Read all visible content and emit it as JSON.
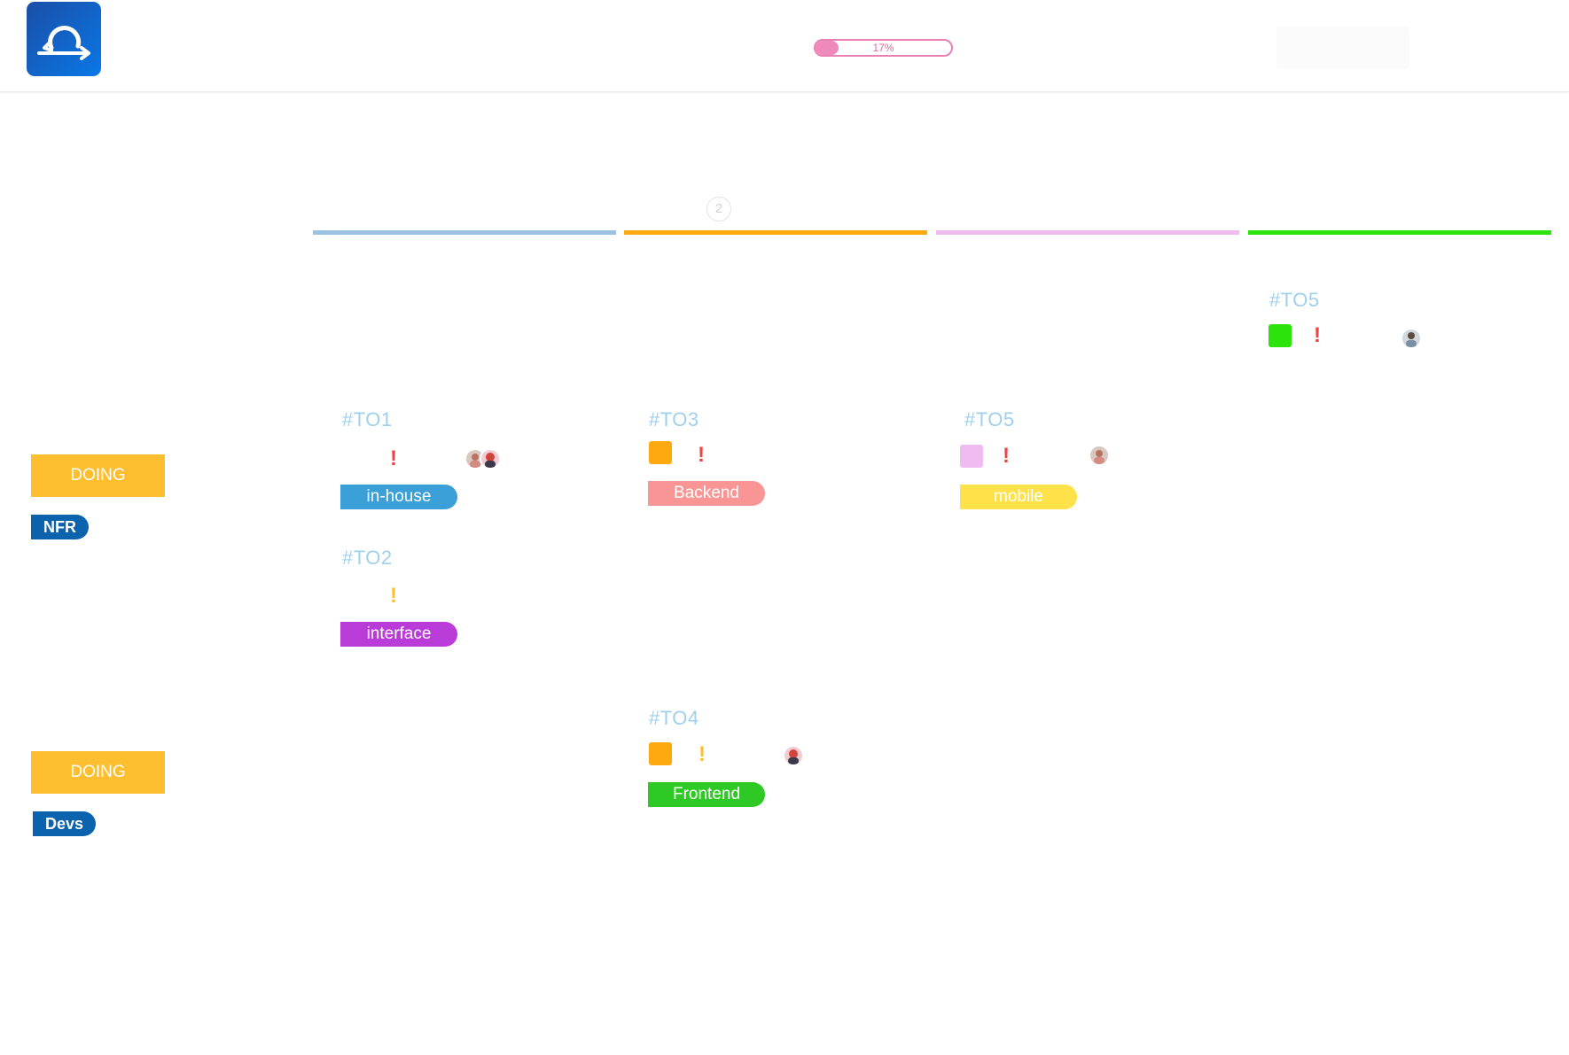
{
  "header": {
    "progress_text": "17%",
    "progress_value": 0.17,
    "logo_icon": "refresh-arrow-icon"
  },
  "board": {
    "column_count_badge": "2",
    "columns": [
      {
        "color": "#9bc3e1"
      },
      {
        "color": "#fda90f"
      },
      {
        "color": "#efbbf1"
      },
      {
        "color": "#2ce30b"
      }
    ]
  },
  "lanes": [
    {
      "status": "DOING",
      "badge": "NFR"
    },
    {
      "status": "DOING",
      "badge": "Devs"
    }
  ],
  "tasks": {
    "top_t05": {
      "id": "#TO5",
      "square_color": "#2ce30b",
      "priority": "!",
      "priority_color": "#ef4343"
    },
    "t01": {
      "id": "#TO1",
      "priority": "!",
      "priority_color": "#ef4343",
      "tag": "in-house",
      "tag_color": "#3ba0d8"
    },
    "t02": {
      "id": "#TO2",
      "priority": "!",
      "priority_color": "#fdbe2f",
      "tag": "interface",
      "tag_color": "#b93bd8"
    },
    "t03": {
      "id": "#TO3",
      "square_color": "#fda90f",
      "priority": "!",
      "priority_color": "#ef4343",
      "tag": "Backend",
      "tag_color": "#f99595"
    },
    "t05": {
      "id": "#TO5",
      "square_color": "#efbbf1",
      "priority": "!",
      "priority_color": "#ef4343",
      "tag": "mobile",
      "tag_color": "#ffe14a"
    },
    "t04": {
      "id": "#TO4",
      "square_color": "#fda90f",
      "priority": "!",
      "priority_color": "#fdbe2f",
      "tag": "Frontend",
      "tag_color": "#2fc925"
    }
  }
}
